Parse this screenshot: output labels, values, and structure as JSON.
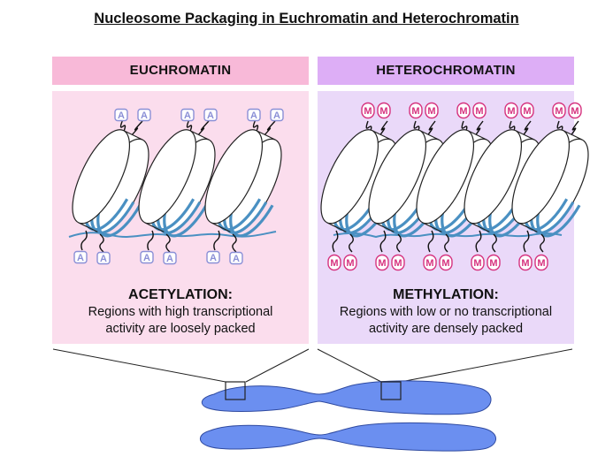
{
  "title": "Nucleosome Packaging in Euchromatin and Heterochromatin",
  "euchromatin": {
    "header": "EUCHROMATIN",
    "tag_letter": "A",
    "caption_title": "ACETYLATION:",
    "caption_line1": "Regions with high transcriptional",
    "caption_line2": "activity are loosely packed"
  },
  "heterochromatin": {
    "header": "HETEROCHROMATIN",
    "tag_letter": "M",
    "caption_title": "METHYLATION:",
    "caption_line1": "Regions with low or no transcriptional",
    "caption_line2": "activity are densely packed"
  },
  "colors": {
    "euchromatin_header": "#f8b9d8",
    "euchromatin_panel": "#fbdded",
    "heterochromatin_header": "#ddaef6",
    "heterochromatin_panel": "#ead9f9",
    "dna_strand": "#4a90c2",
    "acetyl_tag": "#8a8fd6",
    "methyl_tag": "#d6337f",
    "chromosome": "#6b8ff0"
  }
}
